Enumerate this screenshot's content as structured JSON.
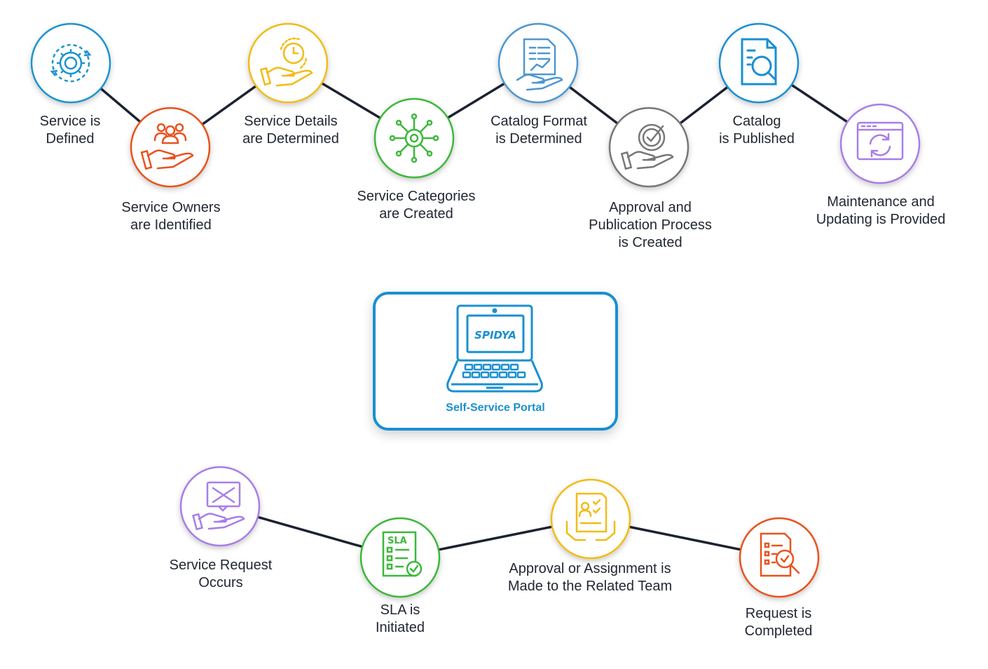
{
  "steps_top": [
    {
      "id": "s1",
      "lines": [
        "Service is",
        "Defined"
      ],
      "color": "#1a94cf",
      "icon": "gear-cycle-icon"
    },
    {
      "id": "s2",
      "lines": [
        "Service Owners",
        "are Identified"
      ],
      "color": "#e8531f",
      "icon": "people-hand-icon"
    },
    {
      "id": "s3",
      "lines": [
        "Service Details",
        "are Determined"
      ],
      "color": "#f3bb16",
      "icon": "clock-hand-icon"
    },
    {
      "id": "s4",
      "lines": [
        "Service Categories",
        "are Created"
      ],
      "color": "#3db83b",
      "icon": "gear-network-icon"
    },
    {
      "id": "s5",
      "lines": [
        "Catalog Format",
        "is Determined"
      ],
      "color": "#4d97d1",
      "icon": "document-chart-icon"
    },
    {
      "id": "s6",
      "lines": [
        "Approval and",
        "Publication Process",
        "is Created"
      ],
      "color": "#777777",
      "icon": "check-hand-icon"
    },
    {
      "id": "s7",
      "lines": [
        "Catalog",
        "is Published"
      ],
      "color": "#1a8fd2",
      "icon": "document-search-icon"
    },
    {
      "id": "s8",
      "lines": [
        "Maintenance and",
        "Updating is Provided"
      ],
      "color": "#a77ee8",
      "icon": "browser-refresh-icon"
    }
  ],
  "portal": {
    "brand": "SPIDYA",
    "label": "Self-Service Portal",
    "color": "#1a8fd2"
  },
  "steps_bottom": [
    {
      "id": "b1",
      "lines": [
        "Service Request",
        "Occurs"
      ],
      "color": "#a77ee8",
      "icon": "tools-hand-icon"
    },
    {
      "id": "b2",
      "lines": [
        "SLA is",
        "Initiated"
      ],
      "color": "#3db83b",
      "icon": "sla-checklist-icon",
      "badge": "SLA"
    },
    {
      "id": "b3",
      "lines": [
        "Approval or Assignment is",
        "Made to the Related Team"
      ],
      "color": "#f3bb16",
      "icon": "document-approval-icon"
    },
    {
      "id": "b4",
      "lines": [
        "Request is",
        "Completed"
      ],
      "color": "#e8531f",
      "icon": "report-magnifier-icon"
    }
  ]
}
